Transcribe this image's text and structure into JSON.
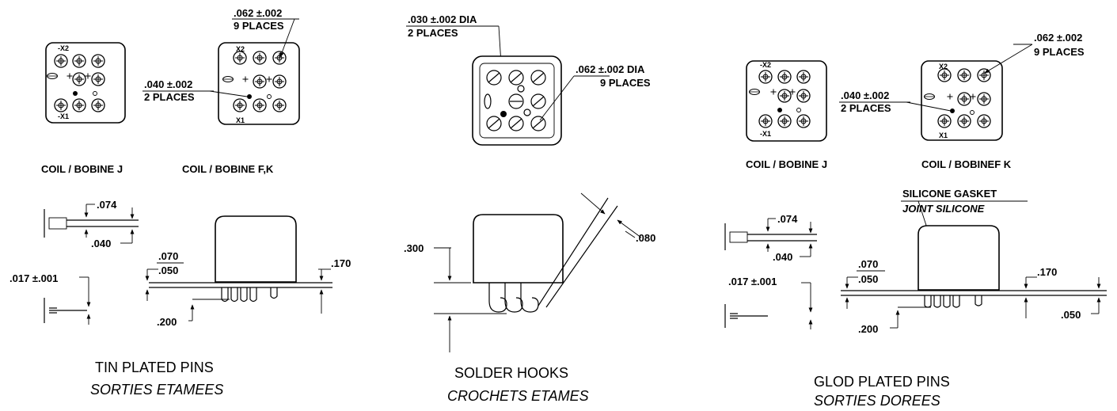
{
  "left": {
    "dim_pin_diam": ".062  ±.002",
    "dim_pin_count": "9 PLACES",
    "dim_small_diam": ".040  ±.002",
    "dim_small_count": "2 PLACES",
    "pin_labels": [
      "-X2",
      "-X1",
      "X2",
      "X1"
    ],
    "caption_j": "COIL / BOBINE J",
    "caption_fk": "COIL / BOBINE F,K",
    "dim_074": ".074",
    "dim_040": ".040",
    "dim_017": ".017  ±.001",
    "dim_070": ".070",
    "dim_050": ".050",
    "dim_170": ".170",
    "dim_200": ".200",
    "title": "TIN PLATED PINS",
    "subtitle": "SORTIES ETAMEES"
  },
  "middle": {
    "dim_hole_diam": ".030  ±.002 DIA",
    "dim_hole_count": "2 PLACES",
    "dim_pin_diam": ".062  ±.002 DIA",
    "dim_pin_count": "9 PLACES",
    "dim_300": ".300",
    "dim_080": ".080",
    "title": "SOLDER HOOKS",
    "subtitle": "CROCHETS ETAMES"
  },
  "right": {
    "dim_pin_diam": ".062  ±.002",
    "dim_pin_count": "9 PLACES",
    "dim_small_diam": ".040  ±.002",
    "dim_small_count": "2 PLACES",
    "pin_labels": [
      "-X2",
      "-X1",
      "X2",
      "X1"
    ],
    "caption_j": "COIL / BOBINE J",
    "caption_fk": "COIL / BOBINEF K",
    "gasket_en": "SILICONE GASKET",
    "gasket_fr": "JOINT SILICONE",
    "dim_074": ".074",
    "dim_040": ".040",
    "dim_017": ".017  ±.001",
    "dim_070": ".070",
    "dim_050": ".050",
    "dim_170": ".170",
    "dim_200": ".200",
    "dim_050b": ".050",
    "title": "GLOD PLATED PINS",
    "subtitle": "SORTIES DOREES"
  }
}
